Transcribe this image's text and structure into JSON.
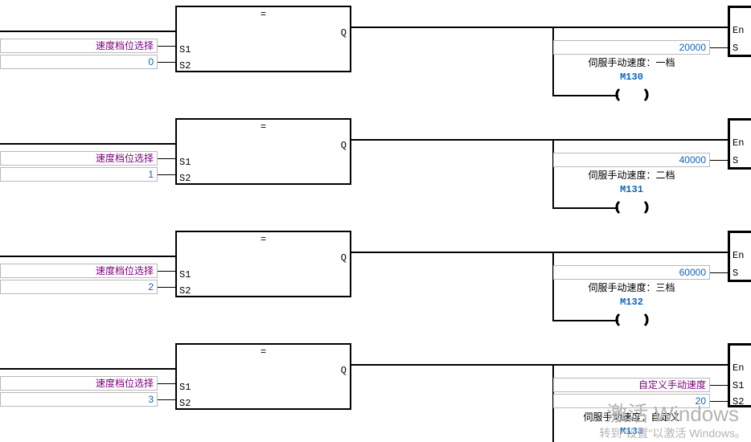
{
  "diagram": {
    "type": "ladder-logic",
    "rung_count": 4,
    "colors": {
      "symbol": "#800080",
      "value": "#0a64c8",
      "wire": "#000000",
      "box_border": "#b9b9b9",
      "watermark": "#b4b4b4"
    }
  },
  "pins": {
    "s1": "S1",
    "s2": "S2",
    "q": "Q",
    "en": "En",
    "s": "S",
    "compare_op": "="
  },
  "rungs": [
    {
      "index": 1,
      "left": {
        "operand1": "速度档位选择",
        "operand2": "0"
      },
      "compare": "=",
      "right": {
        "value": "20000",
        "out_pin": "S",
        "comment": "伺服手动速度：一档",
        "address": "M130"
      }
    },
    {
      "index": 2,
      "left": {
        "operand1": "速度档位选择",
        "operand2": "1"
      },
      "compare": "=",
      "right": {
        "value": "40000",
        "out_pin": "S",
        "comment": "伺服手动速度：二档",
        "address": "M131"
      }
    },
    {
      "index": 3,
      "left": {
        "operand1": "速度档位选择",
        "operand2": "2"
      },
      "compare": "=",
      "right": {
        "value": "60000",
        "out_pin": "S",
        "comment": "伺服手动速度：三档",
        "address": "M132"
      }
    },
    {
      "index": 4,
      "left": {
        "operand1": "速度档位选择",
        "operand2": "3"
      },
      "compare": "=",
      "right": {
        "value1": "自定义手动速度",
        "value2": "20",
        "comment": "伺服手动速度：自定义",
        "address": "M133"
      }
    }
  ],
  "watermark": {
    "title": "激活 Windows",
    "subtitle": "转到\"设置\"以激活 Windows。"
  }
}
